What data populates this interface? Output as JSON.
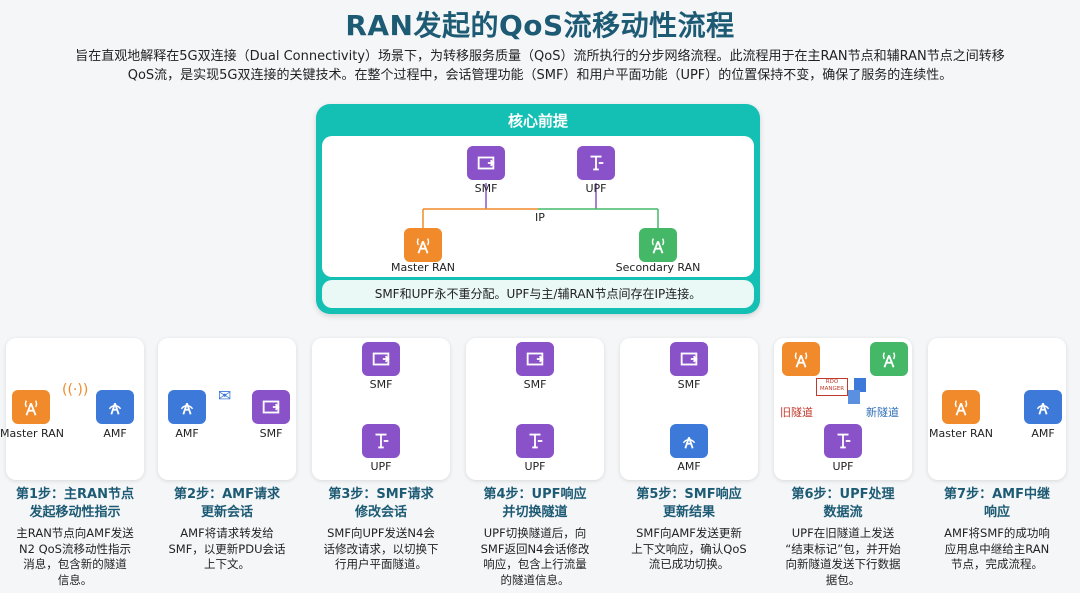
{
  "title": "RAN发起的QoS流移动性流程",
  "intro_line1": "旨在直观地解释在5G双连接（Dual Connectivity）场景下，为转移服务质量（QoS）流所执行的分步网络流程。此流程用于在主RAN节点和辅RAN节点之间转移",
  "intro_line2": "QoS流，是实现5G双连接的关键技术。在整个过程中，会话管理功能（SMF）和用户平面功能（UPF）的位置保持不变，确保了服务的连续性。",
  "premise": {
    "header": "核心前提",
    "smf": "SMF",
    "upf": "UPF",
    "ip": "IP",
    "master": "Master RAN",
    "secondary": "Secondary RAN",
    "note": "SMF和UPF永不重分配。UPF与主/辅RAN节点间存在IP连接。"
  },
  "colors": {
    "title": "#1d5a73",
    "panel": "#14bfb4",
    "smf_upf": "#8a52c9",
    "master": "#f08a2a",
    "secondary": "#44b866",
    "amf": "#3c79d8"
  },
  "steps": [
    {
      "top_label": "Master RAN",
      "bottom_label": "AMF",
      "title1": "第1步：主RAN节点",
      "title2": "发起移动性指示",
      "desc1": "主RAN节点向AMF发送",
      "desc2": "N2 QoS流移动性指示",
      "desc3": "消息，包含新的隧道",
      "desc4": "信息。"
    },
    {
      "top_label": "AMF",
      "bottom_label": "SMF",
      "title1": "第2步：AMF请求",
      "title2": "更新会话",
      "desc1": "AMF将请求转发给",
      "desc2": "SMF，以更新PDU会话",
      "desc3": "上下文。",
      "desc4": ""
    },
    {
      "top_label": "SMF",
      "bottom_label": "UPF",
      "title1": "第3步：SMF请求",
      "title2": "修改会话",
      "desc1": "SMF向UPF发送N4会",
      "desc2": "话修改请求，以切换下",
      "desc3": "行用户平面隧道。",
      "desc4": ""
    },
    {
      "top_label": "SMF",
      "bottom_label": "UPF",
      "title1": "第4步：UPF响应",
      "title2": "并切换隧道",
      "desc1": "UPF切换隧道后，向",
      "desc2": "SMF返回N4会话修改",
      "desc3": "响应，包含上行流量",
      "desc4": "的隧道信息。"
    },
    {
      "top_label": "SMF",
      "bottom_label": "AMF",
      "title1": "第5步：SMF响应",
      "title2": "更新结果",
      "desc1": "SMF向AMF发送更新",
      "desc2": "上下文响应，确认QoS",
      "desc3": "流已成功切换。",
      "desc4": ""
    },
    {
      "top_label": "UPF",
      "bottom_label": "",
      "title1": "第6步：UPF处理",
      "title2": "数据流",
      "desc1": "UPF在旧隧道上发送",
      "desc2": "“结束标记”包，并开始",
      "desc3": "向新隧道发送下行数据",
      "desc4": "据包。",
      "old_tunnel": "旧隧道",
      "new_tunnel": "新隧道",
      "marker": "RDO MANGER"
    },
    {
      "top_label": "Master RAN",
      "bottom_label": "AMF",
      "title1": "第7步：AMF中继",
      "title2": "响应",
      "desc1": "AMF将SMF的成功响",
      "desc2": "应用息中继给主RAN",
      "desc3": "节点，完成流程。",
      "desc4": ""
    }
  ]
}
